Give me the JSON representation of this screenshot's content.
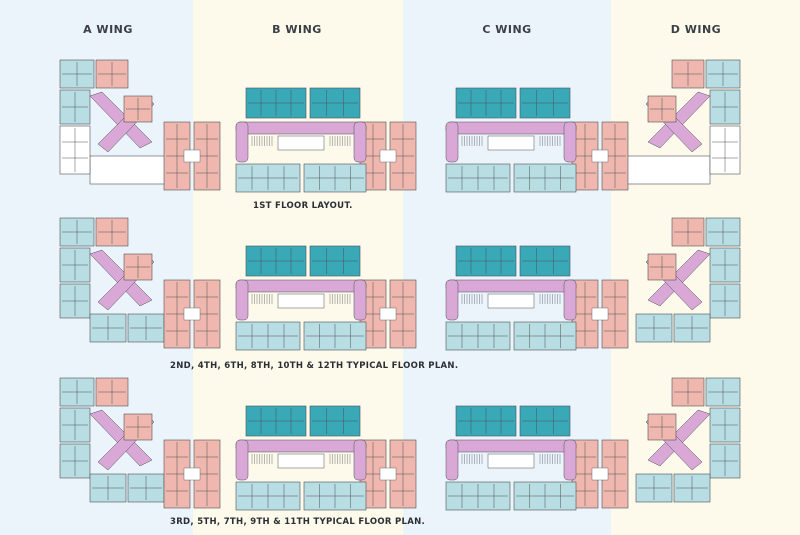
{
  "colors": {
    "band_blue": "#ecf4fb",
    "band_cream": "#fdfaec",
    "salmon": "#efb7ad",
    "light_blue": "#b8dde3",
    "teal": "#39a9b8",
    "lavender": "#d9a8d6",
    "white": "#ffffff",
    "line": "#4c5157"
  },
  "wings": [
    {
      "label": "A WING"
    },
    {
      "label": "B WING"
    },
    {
      "label": "C WING"
    },
    {
      "label": "D WING"
    }
  ],
  "floors": [
    {
      "caption": "1ST FLOOR LAYOUT."
    },
    {
      "caption": "2ND, 4TH, 6TH, 8TH, 10TH & 12TH TYPICAL FLOOR PLAN."
    },
    {
      "caption": "3RD, 5TH, 7TH, 9TH & 11TH TYPICAL FLOOR PLAN."
    }
  ]
}
